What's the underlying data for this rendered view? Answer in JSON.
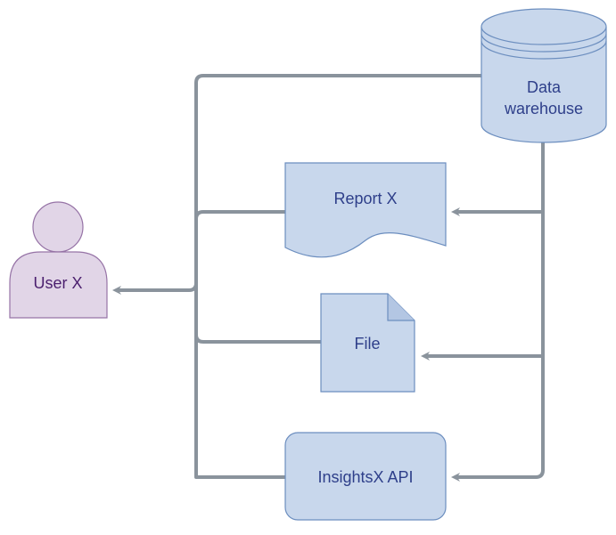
{
  "nodes": {
    "warehouse": {
      "label_line1": "Data",
      "label_line2": "warehouse",
      "shape": "cylinder"
    },
    "report": {
      "label": "Report X",
      "shape": "document"
    },
    "file": {
      "label": "File",
      "shape": "folded-page"
    },
    "api": {
      "label": "InsightsX API",
      "shape": "rounded-rectangle"
    },
    "user": {
      "label": "User X",
      "shape": "actor"
    }
  },
  "colors": {
    "node_fill": "#c8d7ec",
    "node_stroke": "#6c8ebf",
    "node_text": "#2e3f8a",
    "user_fill": "#e1d5e7",
    "user_stroke": "#9673a6",
    "user_text": "#4b1f6e",
    "connector": "#8a939c"
  }
}
